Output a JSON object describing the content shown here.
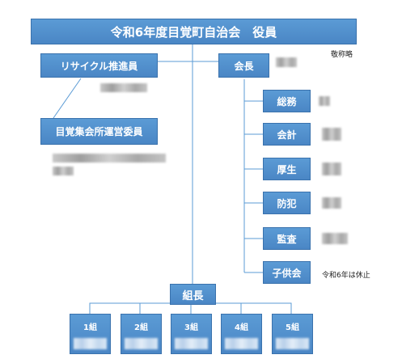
{
  "title": "令和6年度目覚町自治会　役員",
  "honorific_note": "敬称略",
  "left": {
    "recycle": "リサイクル推進員",
    "meeting_hall": "目覚集会所運営委員"
  },
  "chair": "会長",
  "officers": [
    {
      "label": "総務"
    },
    {
      "label": "会計"
    },
    {
      "label": "厚生"
    },
    {
      "label": "防犯"
    },
    {
      "label": "監査"
    },
    {
      "label": "子供会",
      "note": "令和6年は休止"
    }
  ],
  "group_leader": "組長",
  "groups": [
    "1組",
    "2組",
    "3組",
    "4組",
    "5組"
  ],
  "colors": {
    "box": "#5b9bd5",
    "border": "#3a72ad",
    "line": "#5b9bd5"
  }
}
